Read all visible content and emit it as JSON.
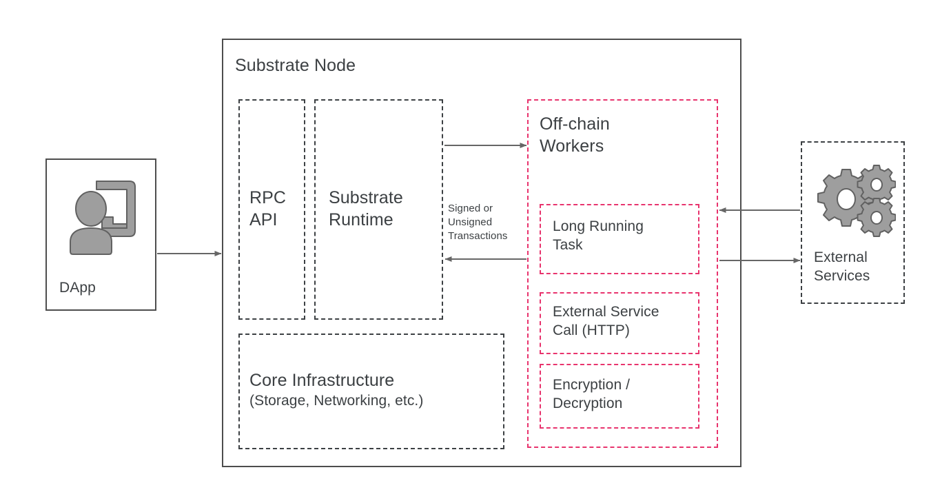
{
  "diagram": {
    "title_visible": false,
    "colors": {
      "accent_pink": "#e8336d",
      "border_dark": "#3c4043",
      "node_border": "#4d4d4d",
      "text": "#3c4043",
      "icon_fill": "#9e9e9e",
      "icon_stroke": "#616161",
      "arrow": "#666666",
      "background": "#ffffff"
    },
    "nodes": {
      "dapp": {
        "label": "DApp",
        "icon": "user-monitor-icon",
        "border_style": "solid"
      },
      "substrate_node": {
        "title": "Substrate Node",
        "border_style": "solid"
      },
      "rpc_api": {
        "label": "RPC\nAPI",
        "border_style": "dashed"
      },
      "substrate_runtime": {
        "label": "Substrate\nRuntime",
        "border_style": "dashed"
      },
      "core_infrastructure": {
        "label_line1": "Core Infrastructure",
        "label_line2": "(Storage, Networking, etc.)",
        "border_style": "dashed"
      },
      "offchain_workers": {
        "label": "Off-chain\nWorkers",
        "border_style": "dashed",
        "border_color": "#e8336d"
      },
      "long_running_task": {
        "label": "Long Running\nTask",
        "border_style": "dashed",
        "border_color": "#e8336d"
      },
      "external_service_call": {
        "label": "External Service\nCall (HTTP)",
        "border_style": "dashed",
        "border_color": "#e8336d"
      },
      "encryption_decryption": {
        "label": "Encryption /\nDecryption",
        "border_style": "dashed",
        "border_color": "#e8336d"
      },
      "external_services": {
        "label": "External\nServices",
        "icon": "gears-icon",
        "border_style": "dashed"
      }
    },
    "edges": {
      "dapp_to_node": {
        "label": "",
        "direction": "right"
      },
      "runtime_to_ocw": {
        "label": "",
        "direction": "right"
      },
      "ocw_to_runtime": {
        "label": "Signed or\nUnsigned\nTransactions",
        "direction": "left"
      },
      "external_to_ocw": {
        "label": "",
        "direction": "left"
      },
      "ocw_to_external": {
        "label": "",
        "direction": "right"
      }
    }
  }
}
